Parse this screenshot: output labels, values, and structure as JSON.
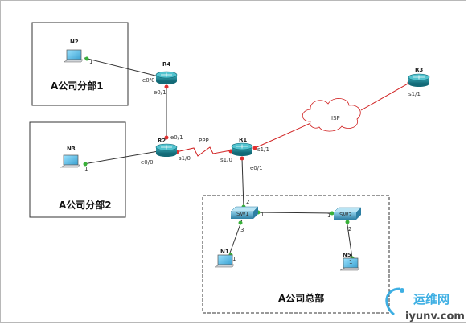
{
  "areas": {
    "branch1": "A公司分部1",
    "branch2": "A公司分部2",
    "hq": "A公司总部"
  },
  "devices": {
    "r4": "R4",
    "r2": "R2",
    "r1": "R1",
    "r3": "R3",
    "sw1": "SW1",
    "sw2": "SW2",
    "n2": "N2",
    "n3": "N3",
    "n1": "N1",
    "n5": "N5",
    "isp": "ISP"
  },
  "ports": {
    "n2_1": "1",
    "r4_e00": "e0/0",
    "r4_e01": "e0/1",
    "r2_e01": "e0/1",
    "r2_e00": "e0/0",
    "r2_s10": "s1/0",
    "n3_1": "1",
    "ppp": "PPP",
    "r1_s11": "s1/1",
    "r1_s10": "s1/0",
    "r1_e01": "e0/1",
    "r3_s11": "s1/1",
    "sw1_2": "2",
    "sw1_1": "1",
    "sw1_3": "3",
    "sw2_1": "1",
    "sw2_2": "2",
    "n1_1": "1",
    "n5_1": "1"
  },
  "watermark": {
    "text": "运维网",
    "url": "iyunv.com"
  },
  "colors": {
    "serial_link": "#d02020",
    "ethernet_link": "#333333",
    "router": "#1a7f8c",
    "switch": "#3a8fb0",
    "port_dot": "#e03030",
    "port_dot_green": "#38b038"
  }
}
